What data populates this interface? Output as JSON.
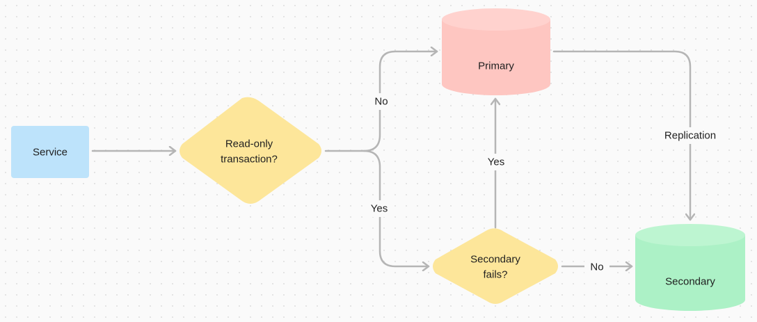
{
  "nodes": {
    "service": {
      "label": "Service",
      "color": "#bde3fb"
    },
    "read_only": {
      "line1": "Read-only",
      "line2": "transaction?",
      "color": "#fde69a"
    },
    "primary": {
      "label": "Primary",
      "color": "#fec6c1",
      "top_color": "#ffd2ce"
    },
    "secondary_fails": {
      "line1": "Secondary",
      "line2": "fails?",
      "color": "#fde69a"
    },
    "secondary": {
      "label": "Secondary",
      "color": "#acf1c6",
      "top_color": "#bdf5d1"
    }
  },
  "edges": {
    "no_to_primary": "No",
    "yes_to_secondary_fails": "Yes",
    "yes_to_primary": "Yes",
    "no_to_secondary": "No",
    "replication": "Replication"
  },
  "edge_color": "#b5b5b5"
}
